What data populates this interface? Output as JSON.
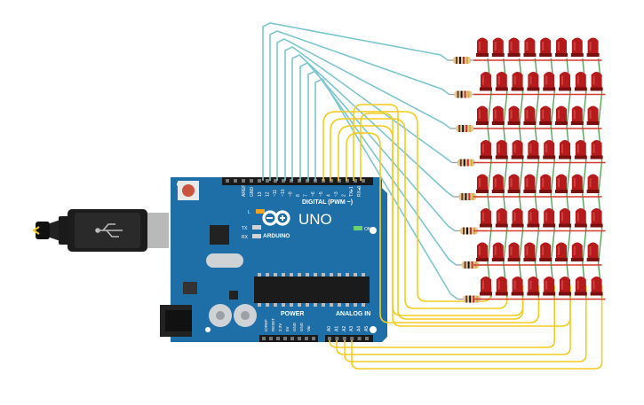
{
  "colors": {
    "board": "#1e6fa8",
    "board_dark": "#15557f",
    "wire_cyan": "#7cc6cf",
    "wire_yellow": "#f3cc1e",
    "led_red": "#b51b1b",
    "led_dark": "#7a0f0f",
    "row_wire_red": "#d23a2a",
    "col_wire_green": "#5aa35a"
  },
  "board": {
    "aref": "AREF",
    "gnd": "GND",
    "digital_pins": [
      "13",
      "12",
      "~11",
      "~10",
      "~9",
      "8",
      "7",
      "~6",
      "~5",
      "4",
      "~3",
      "2",
      "TX▸1",
      "RX◂0"
    ],
    "digital_label": "DIGITAL (PWM ~)",
    "uno_label": "UNO",
    "arduino_label": "ARDUINO",
    "l_label": "L",
    "tx_label": "TX",
    "rx_label": "RX",
    "on_label": "ON",
    "power_label": "POWER",
    "analog_label": "ANALOG IN",
    "power_pins": [
      "IOREF",
      "RESET",
      "3.3V",
      "5V",
      "GND",
      "GND",
      "Vin"
    ],
    "analog_pins": [
      "A0",
      "A1",
      "A2",
      "A3",
      "A4",
      "A5"
    ]
  },
  "matrix": {
    "rows": 8,
    "cols": 8
  }
}
